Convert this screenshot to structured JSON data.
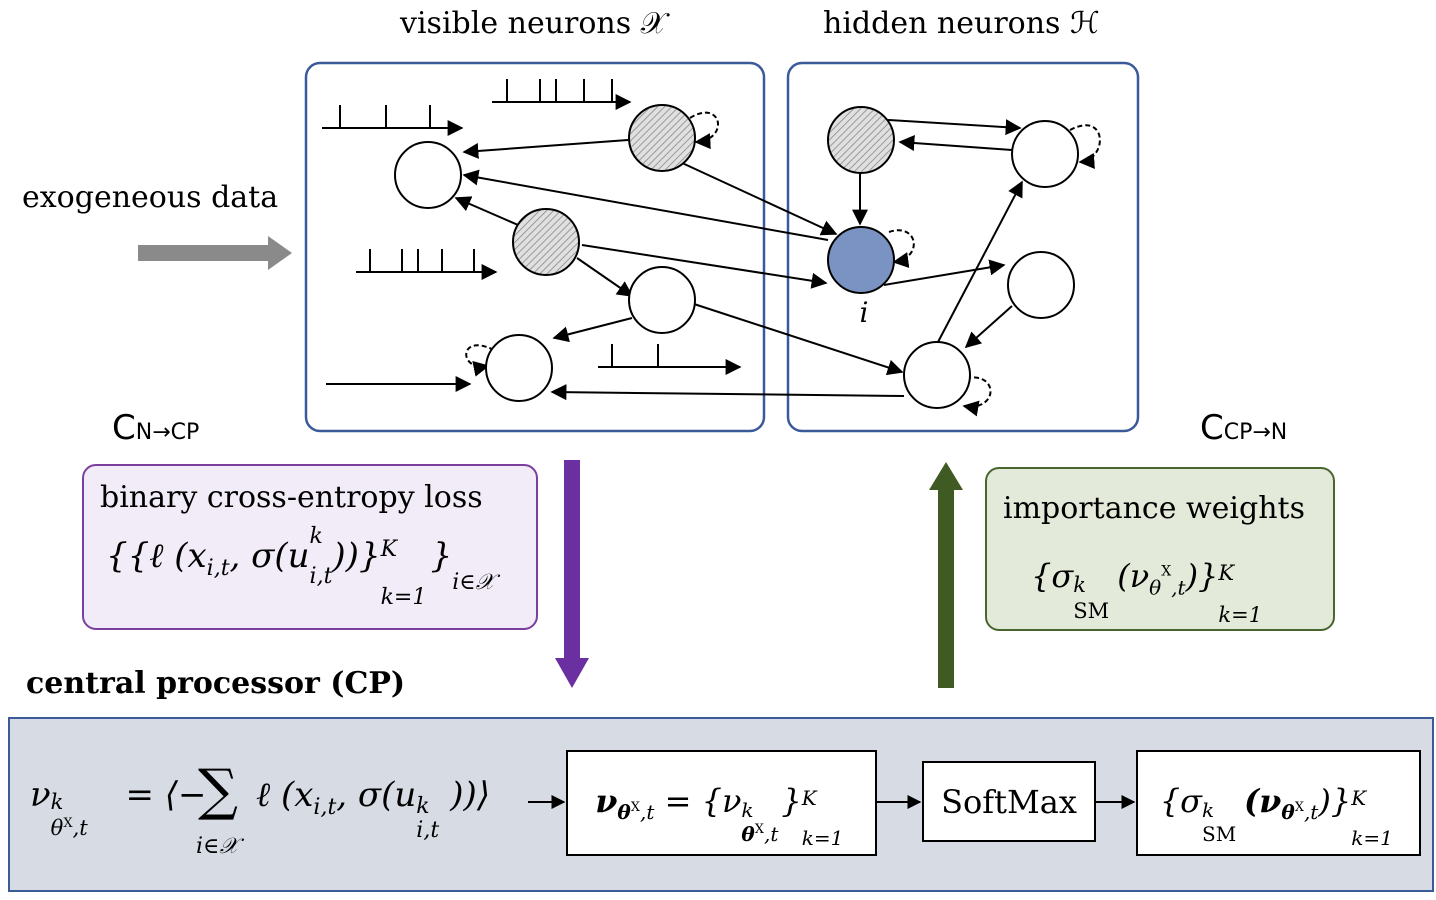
{
  "labels": {
    "visible_title": "visible neurons 𝒳",
    "hidden_title": "hidden neurons ℋ",
    "exogenous": "exogeneous data",
    "neuron_i": "i",
    "c_n_cp_main": "C",
    "c_n_cp_sub": "N→CP",
    "c_cp_n_main": "C",
    "c_cp_n_sub": "CP→N",
    "cp_title": "central processor (CP)"
  },
  "loss_box": {
    "title": "binary cross-entropy loss",
    "formula_main": "{{ℓ (x",
    "formula_sub_it": "i,t",
    "formula_mid": ", σ(u",
    "formula_u_sup": "k",
    "formula_u_sub": "i,t",
    "formula_close": "))}",
    "formula_K": "K",
    "formula_k1": "k=1",
    "formula_close2": "}",
    "formula_iX": "i∈𝒳"
  },
  "weights_box": {
    "title": "importance weights",
    "formula_open": "{σ",
    "formula_sup_k": "k",
    "formula_sub_sm": "SM",
    "formula_mid": "(ν",
    "formula_sub_theta": "θ",
    "formula_sup_x": "X",
    "formula_sub_t": ",t",
    "formula_close": ")}",
    "formula_K": "K",
    "formula_k1": "k=1"
  },
  "cp": {
    "formula1_lhs": "ν",
    "formula1_lhs_sup": "k",
    "formula1_lhs_sub": "θ",
    "formula1_lhs_subsup": "X",
    "formula1_lhs_sub2": ",t",
    "formula1_eq": "= ⟨−",
    "formula1_sum": "∑",
    "formula1_sum_sub": "i∈𝒳",
    "formula1_body": "ℓ (x",
    "formula1_body_sub": "i,t",
    "formula1_body2": ", σ(u",
    "formula1_u_sup": "k",
    "formula1_u_sub": "i,t",
    "formula1_close": "))⟩",
    "box2_lhs": "ν",
    "box2_lhs_sub": "θ",
    "box2_lhs_subsup": "X",
    "box2_lhs_sub2": ",t",
    "box2_eq": "= {ν",
    "box2_sup_k": "k",
    "box2_sub_theta": "θ",
    "box2_subsup": "X",
    "box2_sub2": ",t",
    "box2_close": "}",
    "box2_K": "K",
    "box2_k1": "k=1",
    "softmax": "SoftMax",
    "box4_open": "{σ",
    "box4_sup_k": "k",
    "box4_sub_sm": "SM",
    "box4_mid": "(ν",
    "box4_sub_theta": "θ",
    "box4_subsup": "X",
    "box4_sub2": ",t",
    "box4_close": ")}",
    "box4_K": "K",
    "box4_k1": "k=1"
  },
  "colors": {
    "panel_border": "#3a5a9a",
    "observed_fill": "#bdbdbd",
    "target_fill": "#7b93c2",
    "loss_fill": "#f1ecf7",
    "loss_border": "#7b3fa0",
    "weights_fill": "#e4ead9",
    "weights_border": "#4a6630",
    "purple_arrow": "#6a2fa0",
    "green_arrow": "#3f5a22",
    "gray_arrow": "#8a8a8a",
    "cp_fill": "#d6dbe4",
    "cp_border": "#3a5a9a"
  }
}
